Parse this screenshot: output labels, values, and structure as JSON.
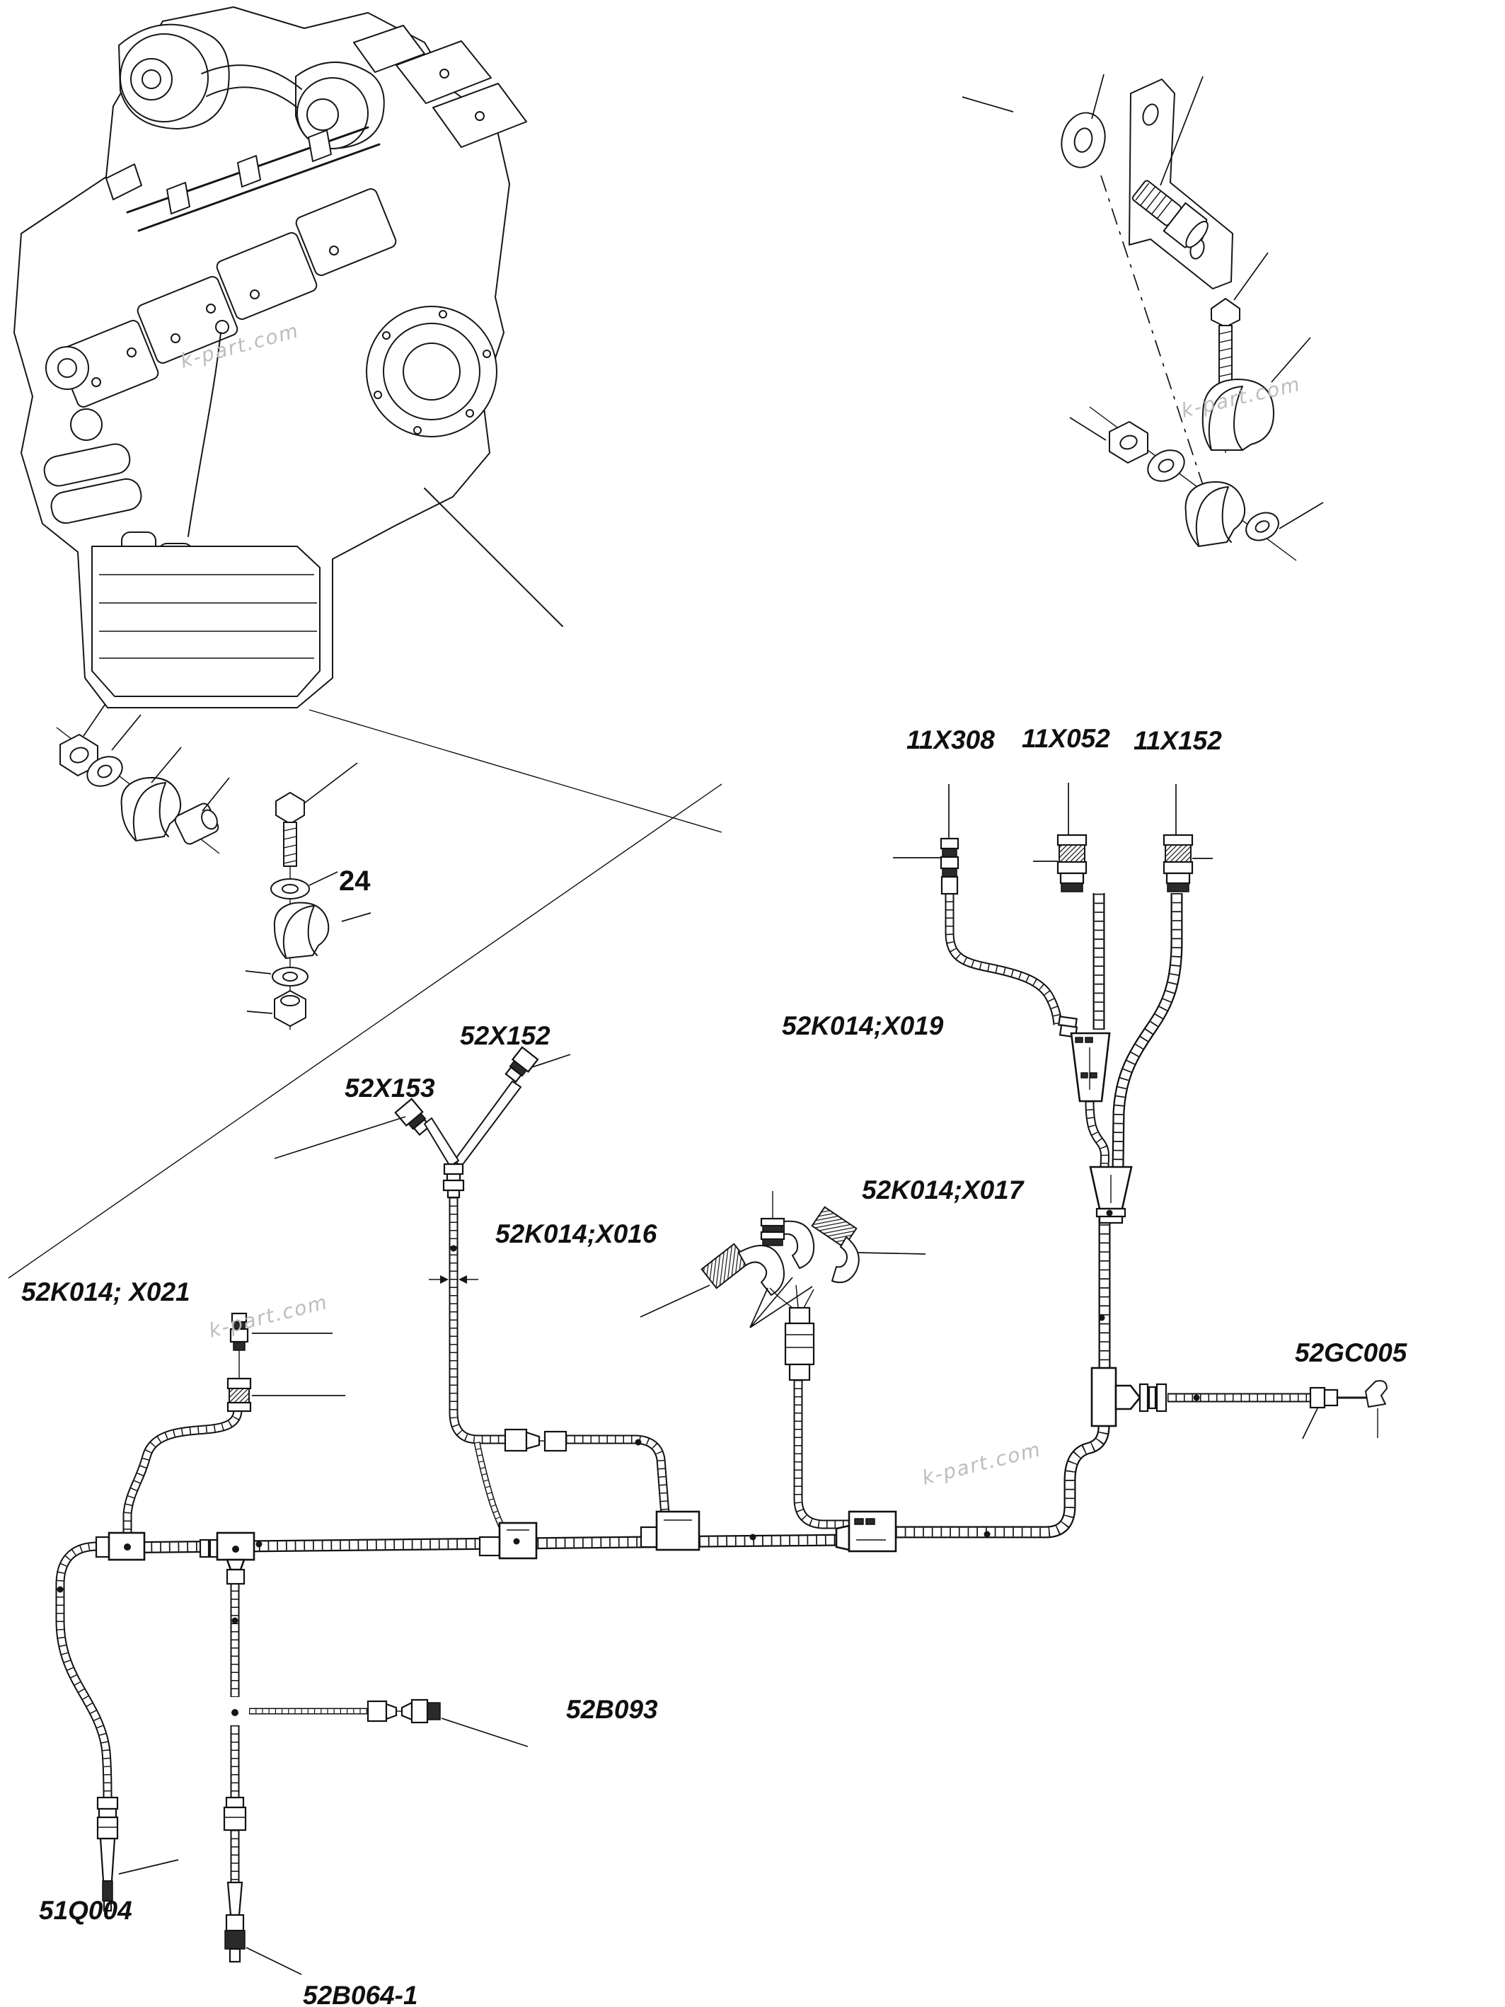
{
  "diagram": {
    "watermark": "k-part.com",
    "labels": {
      "conn_11x308": "11X308",
      "conn_11x052": "11X052",
      "conn_11x152": "11X152",
      "k014_x019": "52K014;X019",
      "x152": "52X152",
      "x153": "52X153",
      "k014_x016": "52K014;X016",
      "k014_x017": "52K014;X017",
      "k014_x021": "52K014; X021",
      "gc005": "52GC005",
      "item24": "24",
      "b093": "52B093",
      "q004": "51Q004",
      "b064": "52B064-1"
    }
  }
}
